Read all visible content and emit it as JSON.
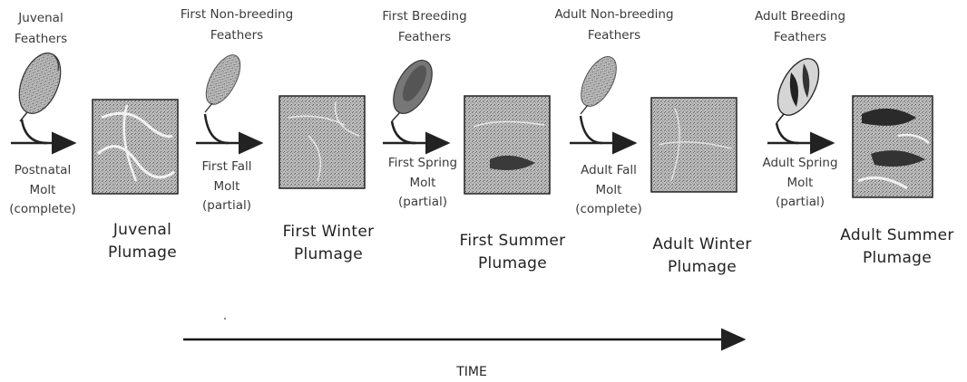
{
  "feather_labels": [
    [
      "Juvenal",
      "Feathers"
    ],
    [
      "First Non-breeding",
      "Feathers"
    ],
    [
      "First Breeding",
      "Feathers"
    ],
    [
      "Adult Non-breeding",
      "Feathers"
    ],
    [
      "Adult Breeding",
      "Feathers"
    ]
  ],
  "molt_labels": [
    [
      "Postnatal",
      "Molt",
      "(complete)"
    ],
    [
      "First Fall",
      "Molt",
      "(partial)"
    ],
    [
      "First Spring",
      "Molt",
      "(partial)"
    ],
    [
      "Adult Fall",
      "Molt",
      "(complete)"
    ],
    [
      "Adult Spring",
      "Molt",
      "(partial)"
    ]
  ],
  "plumage_labels": [
    [
      "Juvenal",
      "Plumage"
    ],
    [
      "First Winter",
      "Plumage"
    ],
    [
      "First Summer",
      "Plumage"
    ],
    [
      "Adult Winter",
      "Plumage"
    ],
    [
      "Adult Summer",
      "Plumage"
    ]
  ],
  "time_label": "TIME"
}
